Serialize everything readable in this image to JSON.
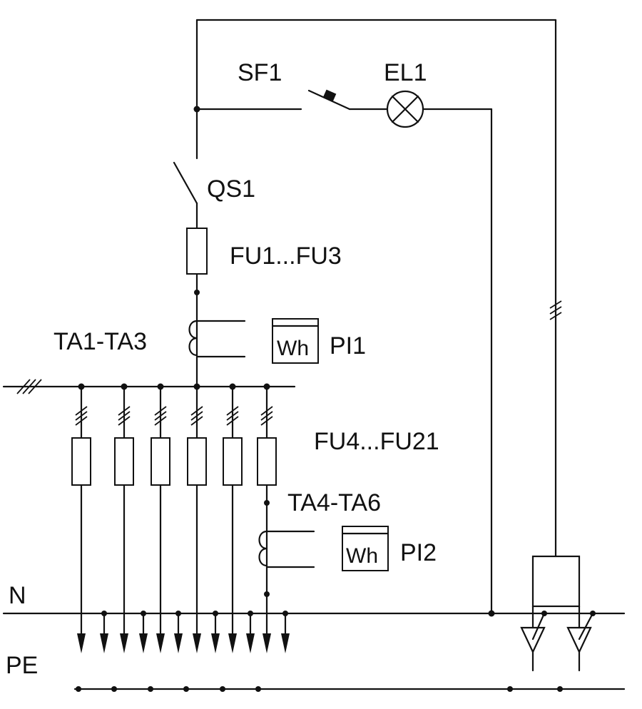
{
  "labels": {
    "sf1": "SF1",
    "el1": "EL1",
    "qs1": "QS1",
    "fu1_fu3": "FU1...FU3",
    "ta1_ta3": "TA1-TA3",
    "pi1": "PI1",
    "fu4_fu21": "FU4...FU21",
    "ta4_ta6": "TA4-TA6",
    "pi2": "PI2",
    "n": "N",
    "pe": "PE"
  },
  "meters": {
    "meter1": "Wh",
    "meter2": "Wh"
  },
  "colors": {
    "line": "#111111",
    "background": "#ffffff"
  }
}
